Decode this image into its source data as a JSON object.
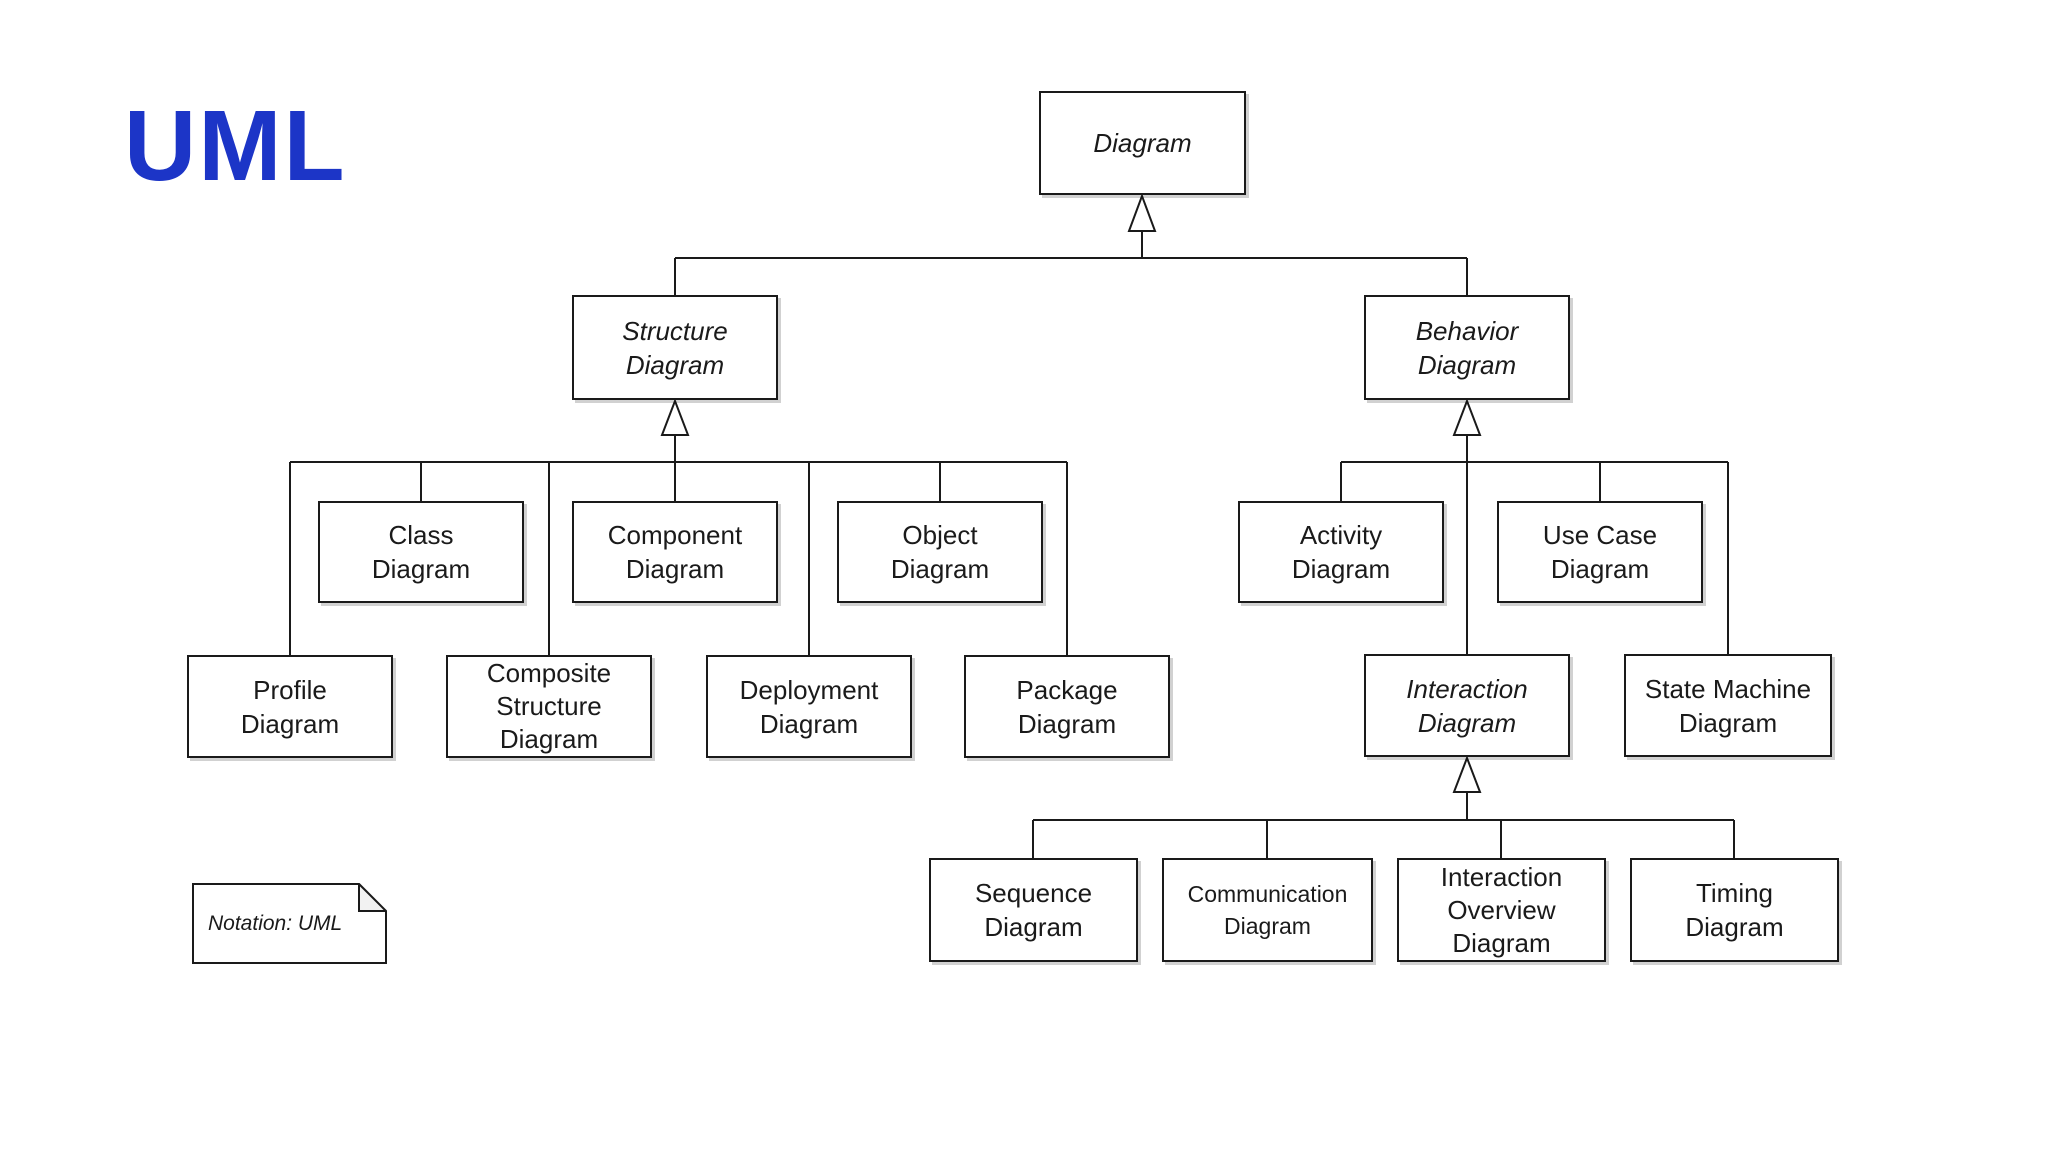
{
  "title": {
    "text": "UML",
    "color": "#1c35c7"
  },
  "note": {
    "text": "Notation: UML"
  },
  "colors": {
    "background": "#ffffff",
    "line": "#1a1a1a",
    "box_border": "#1a1a1a",
    "box_fill": "#ffffff",
    "title_blue": "#1c35c7"
  },
  "nodes": {
    "diagram": {
      "label": "Diagram",
      "abstract": true
    },
    "structure_diagram": {
      "label": "Structure\nDiagram",
      "abstract": true
    },
    "behavior_diagram": {
      "label": "Behavior\nDiagram",
      "abstract": true
    },
    "class_diagram": {
      "label": "Class\nDiagram"
    },
    "component_diagram": {
      "label": "Component\nDiagram"
    },
    "object_diagram": {
      "label": "Object\nDiagram"
    },
    "activity_diagram": {
      "label": "Activity\nDiagram"
    },
    "use_case_diagram": {
      "label": "Use Case\nDiagram"
    },
    "profile_diagram": {
      "label": "Profile\nDiagram"
    },
    "composite_structure_diagram": {
      "label": "Composite\nStructure\nDiagram"
    },
    "deployment_diagram": {
      "label": "Deployment\nDiagram"
    },
    "package_diagram": {
      "label": "Package\nDiagram"
    },
    "interaction_diagram": {
      "label": "Interaction\nDiagram",
      "abstract": true
    },
    "state_machine_diagram": {
      "label": "State Machine\nDiagram"
    },
    "sequence_diagram": {
      "label": "Sequence\nDiagram"
    },
    "communication_diagram": {
      "label": "Communication\nDiagram"
    },
    "interaction_overview_diagram": {
      "label": "Interaction\nOverview\nDiagram"
    },
    "timing_diagram": {
      "label": "Timing\nDiagram"
    }
  }
}
